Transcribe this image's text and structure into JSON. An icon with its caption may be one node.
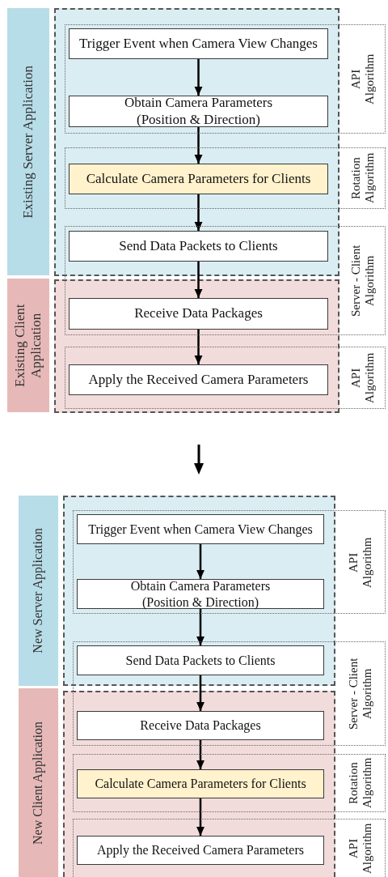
{
  "diagram": {
    "nodes": [
      {
        "text": [
          "Existing Server Application"
        ]
      },
      {
        "text": [
          "API Algorithm"
        ]
      },
      {
        "text": [
          "Trigger Event when Camera View Changes"
        ],
        "in": 1
      },
      {
        "text": [
          "Obtain Camera Parameters (Position & Direction)"
        ],
        "in": 1
      },
      {
        "text": [
          "Rotation Algorithm"
        ]
      },
      {
        "text": [
          "Calculate Camera Parameters for Clients"
        ],
        "in": 4
      },
      {
        "text": [
          "Server - Client Algorithm"
        ]
      },
      {
        "text": [
          "Send Data Packets to Clients"
        ],
        "in": 6
      },
      {
        "text": [
          "Receive Data Packages"
        ],
        "in": 6
      },
      {
        "text": [
          "Existing Client Application"
        ]
      },
      {
        "text": [
          "API Algorithm"
        ]
      },
      {
        "text": [
          "Apply the Received Camera Parameters"
        ],
        "in": 10
      },
      {
        "text": [
          "New Server Application"
        ]
      },
      {
        "text": [
          "API Algorithm"
        ]
      },
      {
        "text": [
          "Trigger Event when Camera View Changes"
        ],
        "in": 13
      },
      {
        "text": [
          "Obtain Camera Parameters (Position & Direction)"
        ],
        "in": 13
      },
      {
        "text": [
          "Server - Client Algorithm"
        ]
      },
      {
        "text": [
          "Send Data Packets to Clients"
        ],
        "in": 16
      },
      {
        "text": [
          "Receive Data Packages"
        ],
        "in": 16
      },
      {
        "text": [
          "New Client Application"
        ]
      },
      {
        "text": [
          "Rotation Algorithm"
        ]
      },
      {
        "text": [
          "Calculate Camera Parameters for Clients"
        ],
        "in": 20
      },
      {
        "text": [
          "API Algorithm"
        ]
      },
      {
        "text": [
          "Apply the Received Camera Parameters"
        ],
        "in": 22
      }
    ],
    "edges": [
      {
        "from": 2,
        "to": 3,
        "arrow": "to"
      },
      {
        "from": 3,
        "to": 5,
        "arrow": "to"
      },
      {
        "from": 5,
        "to": 7,
        "arrow": "to"
      },
      {
        "from": 7,
        "to": 8,
        "arrow": "to"
      },
      {
        "from": 8,
        "to": 11,
        "arrow": "to"
      },
      {
        "from": 14,
        "to": 15,
        "arrow": "to"
      },
      {
        "from": 15,
        "to": 17,
        "arrow": "to"
      },
      {
        "from": 17,
        "to": 18,
        "arrow": "to"
      },
      {
        "from": 18,
        "to": 21,
        "arrow": "to"
      },
      {
        "from": 21,
        "to": 23,
        "arrow": "to"
      }
    ]
  }
}
